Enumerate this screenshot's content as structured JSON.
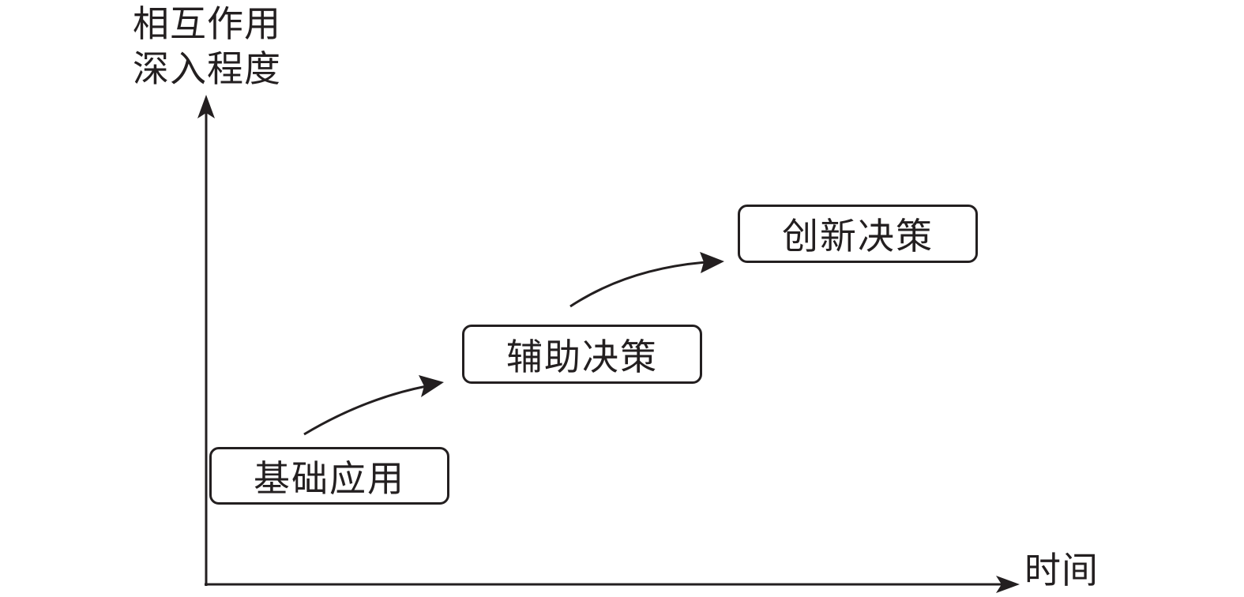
{
  "axes": {
    "y_label_line1": "相互作用",
    "y_label_line2": "深入程度",
    "x_label": "时间"
  },
  "stages": [
    {
      "label": "基础应用"
    },
    {
      "label": "辅助决策"
    },
    {
      "label": "创新决策"
    }
  ],
  "colors": {
    "line": "#231f20",
    "background": "#ffffff"
  }
}
